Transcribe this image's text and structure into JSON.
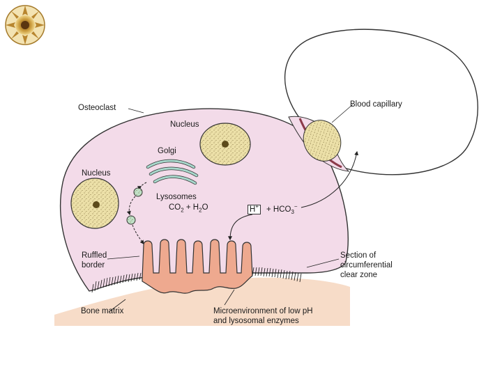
{
  "labels": {
    "osteoclast": "Osteoclast",
    "nucleus_top": "Nucleus",
    "nucleus_left": "Nucleus",
    "golgi": "Golgi",
    "lysosomes": "Lysosomes",
    "blood_capillary": "Blood capillary",
    "ruffled_border_1": "Ruffled",
    "ruffled_border_2": "border",
    "bone_matrix": "Bone matrix",
    "clear_zone_1": "Section of",
    "clear_zone_2": "circumferential",
    "clear_zone_3": "clear zone",
    "microenv_1": "Microenvironment of low pH",
    "microenv_2": "and lysosomal enzymes"
  },
  "reaction": {
    "co": "CO",
    "co_sub": "2",
    "plus_h": " + H",
    "h_sub": "2",
    "o": "O",
    "h": "H",
    "h_sup": "+",
    "plus_hco": "+ HCO",
    "hco_sub": "3",
    "hco_sup": "−"
  },
  "colors": {
    "cell_fill": "#f3dbe9",
    "nucleus_fill": "#ece0a8",
    "bone_fill": "#f7dcc8",
    "ruffle_fill": "#eea98f",
    "outline": "#333333"
  },
  "logo": {
    "name": "university-seal-logo"
  }
}
